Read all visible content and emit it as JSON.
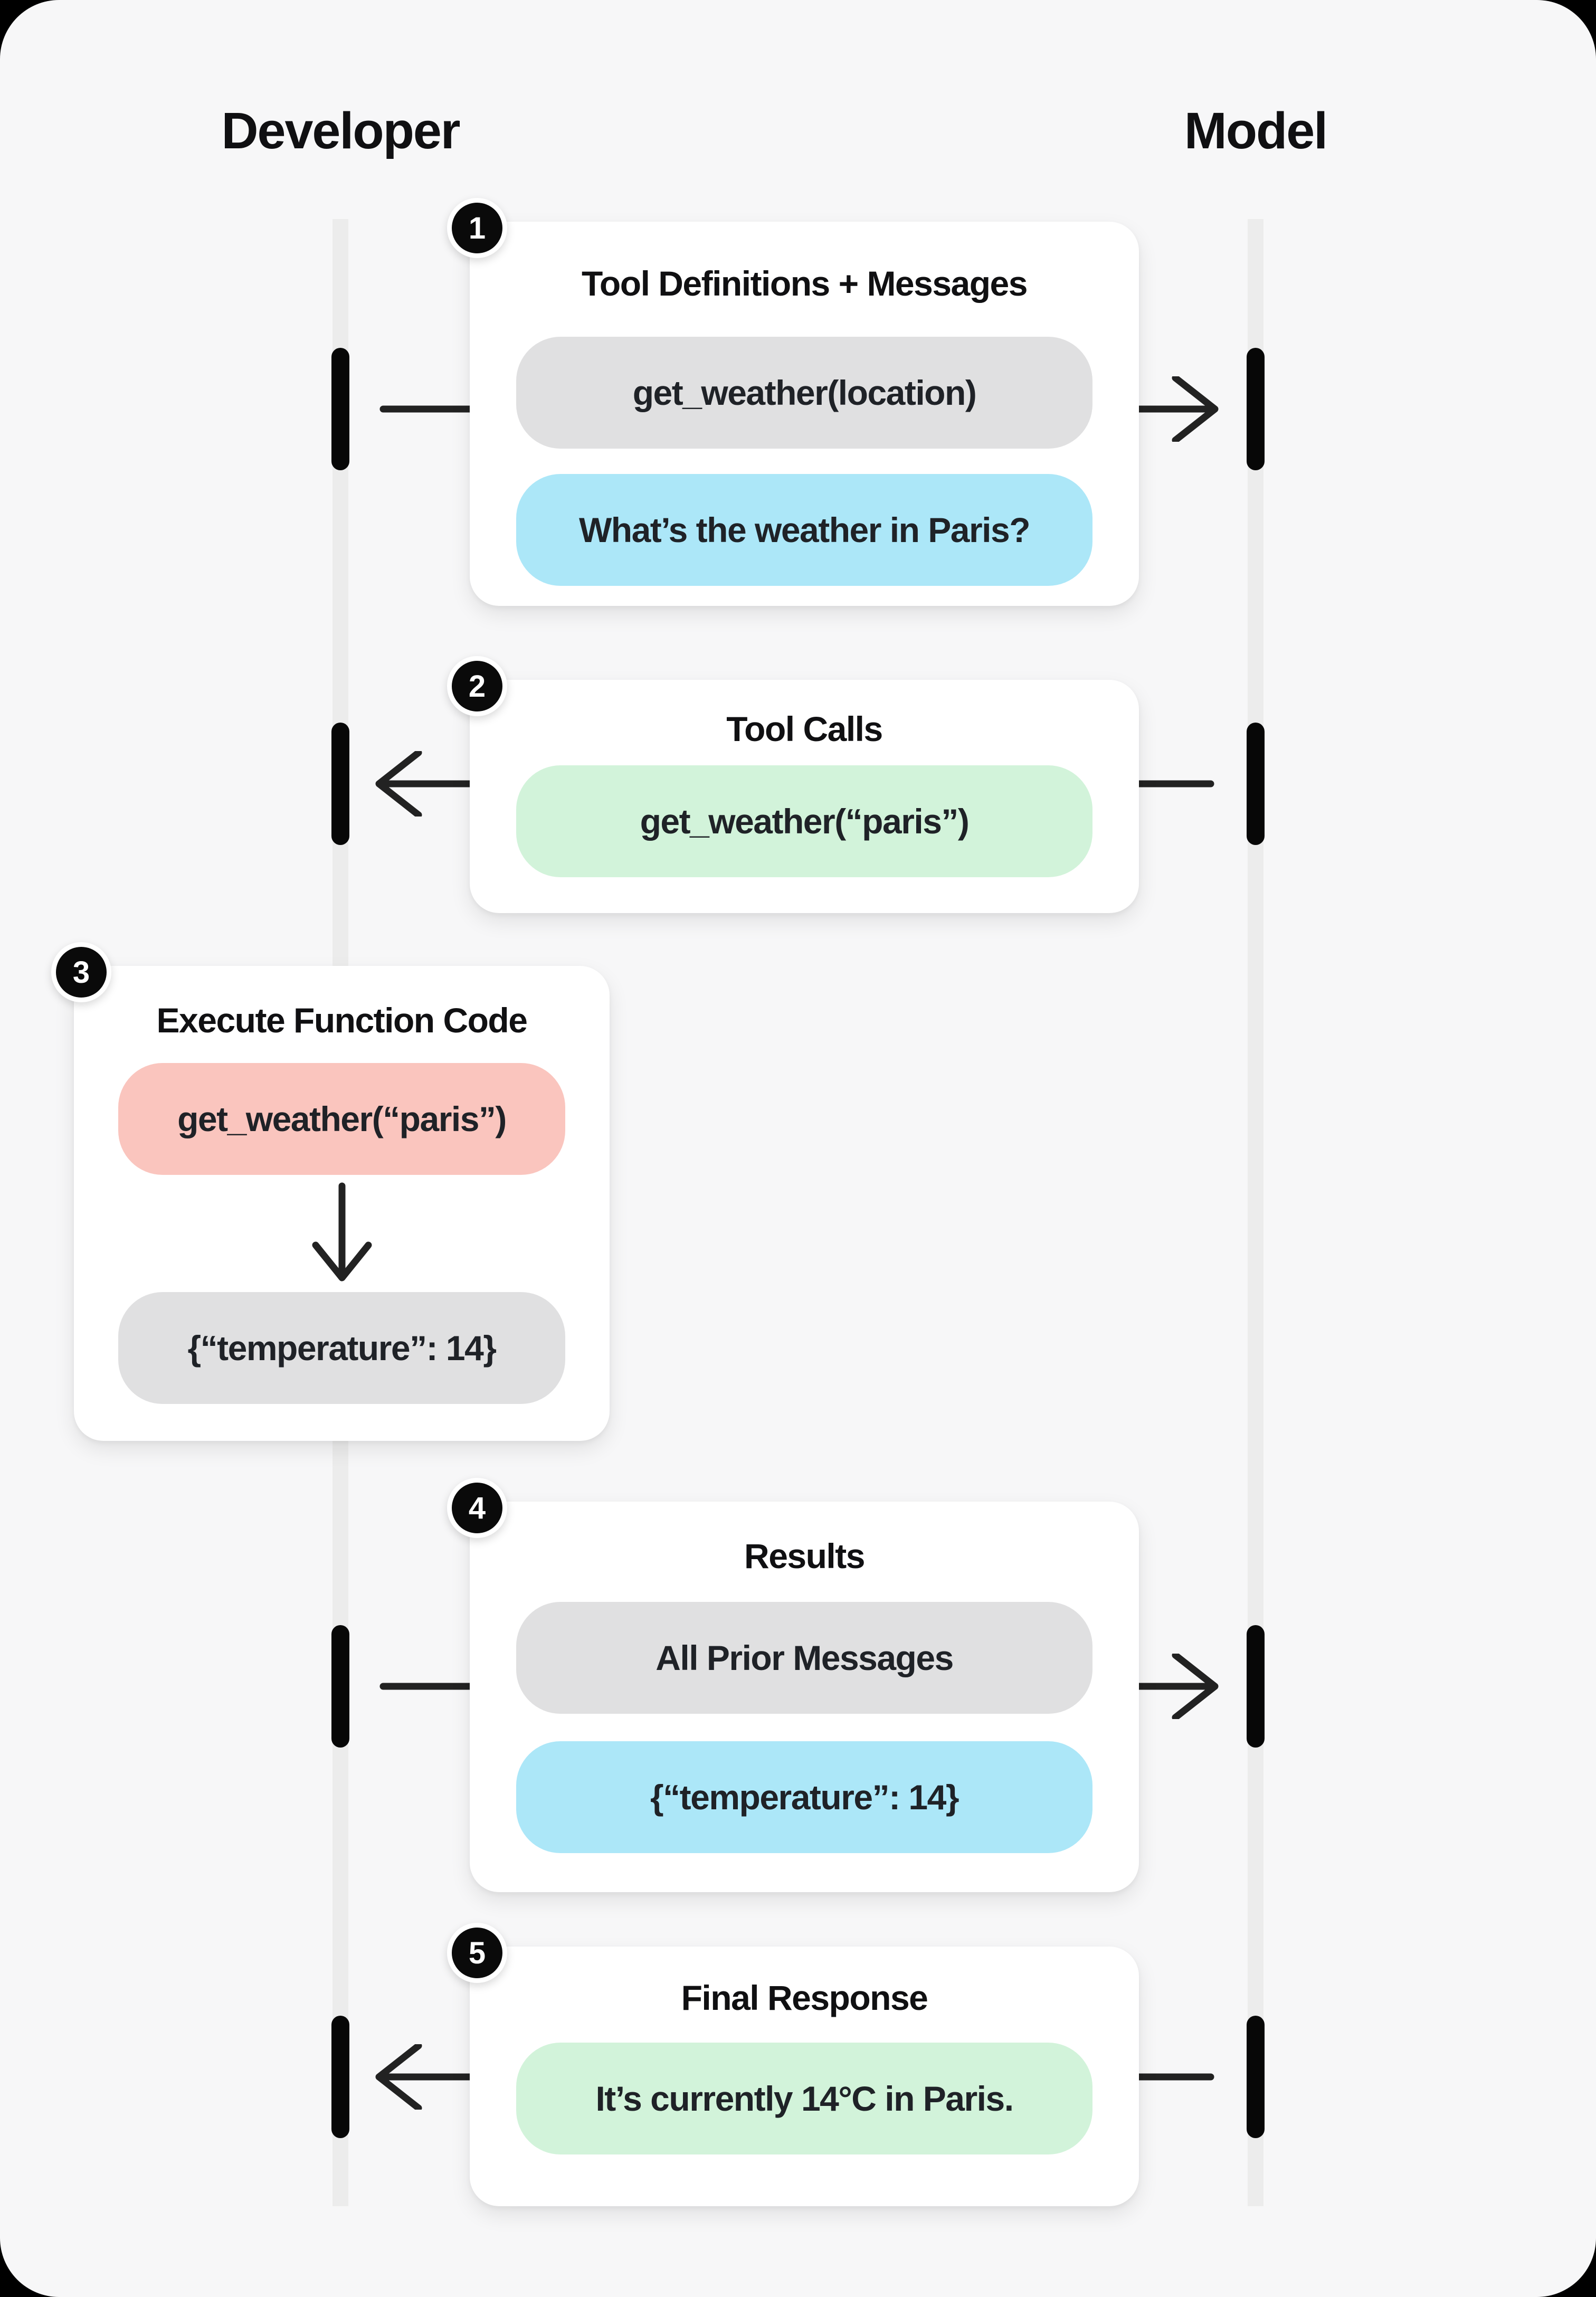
{
  "headers": {
    "developer": "Developer",
    "model": "Model"
  },
  "palette": {
    "background": "#f7f7f8",
    "frame": "#000000",
    "card": "#ffffff",
    "lifeline": "#ececec",
    "activation_bar": "#070707",
    "arrow": "#222222",
    "text_dark": "#101012",
    "gray": "#e0e0e1",
    "blue": "#ace7f8",
    "green": "#d2f3da",
    "red": "#fac5be"
  },
  "steps": [
    {
      "number": "1",
      "title": "Tool Definitions + Messages",
      "direction": "developer-to-model",
      "pills": [
        {
          "text": "get_weather(location)",
          "color": "gray"
        },
        {
          "text": "What’s the weather in Paris?",
          "color": "blue"
        }
      ]
    },
    {
      "number": "2",
      "title": "Tool Calls",
      "direction": "model-to-developer",
      "pills": [
        {
          "text": "get_weather(“paris”)",
          "color": "green"
        }
      ]
    },
    {
      "number": "3",
      "title": "Execute Function Code",
      "direction": "internal-down",
      "pills": [
        {
          "text": "get_weather(“paris”)",
          "color": "red"
        },
        {
          "text": "{“temperature”: 14}",
          "color": "gray"
        }
      ]
    },
    {
      "number": "4",
      "title": "Results",
      "direction": "developer-to-model",
      "pills": [
        {
          "text": "All Prior Messages",
          "color": "gray"
        },
        {
          "text": "{“temperature”: 14}",
          "color": "blue"
        }
      ]
    },
    {
      "number": "5",
      "title": "Final Response",
      "direction": "model-to-developer",
      "pills": [
        {
          "text": "It’s currently 14°C in Paris.",
          "color": "green"
        }
      ]
    }
  ]
}
